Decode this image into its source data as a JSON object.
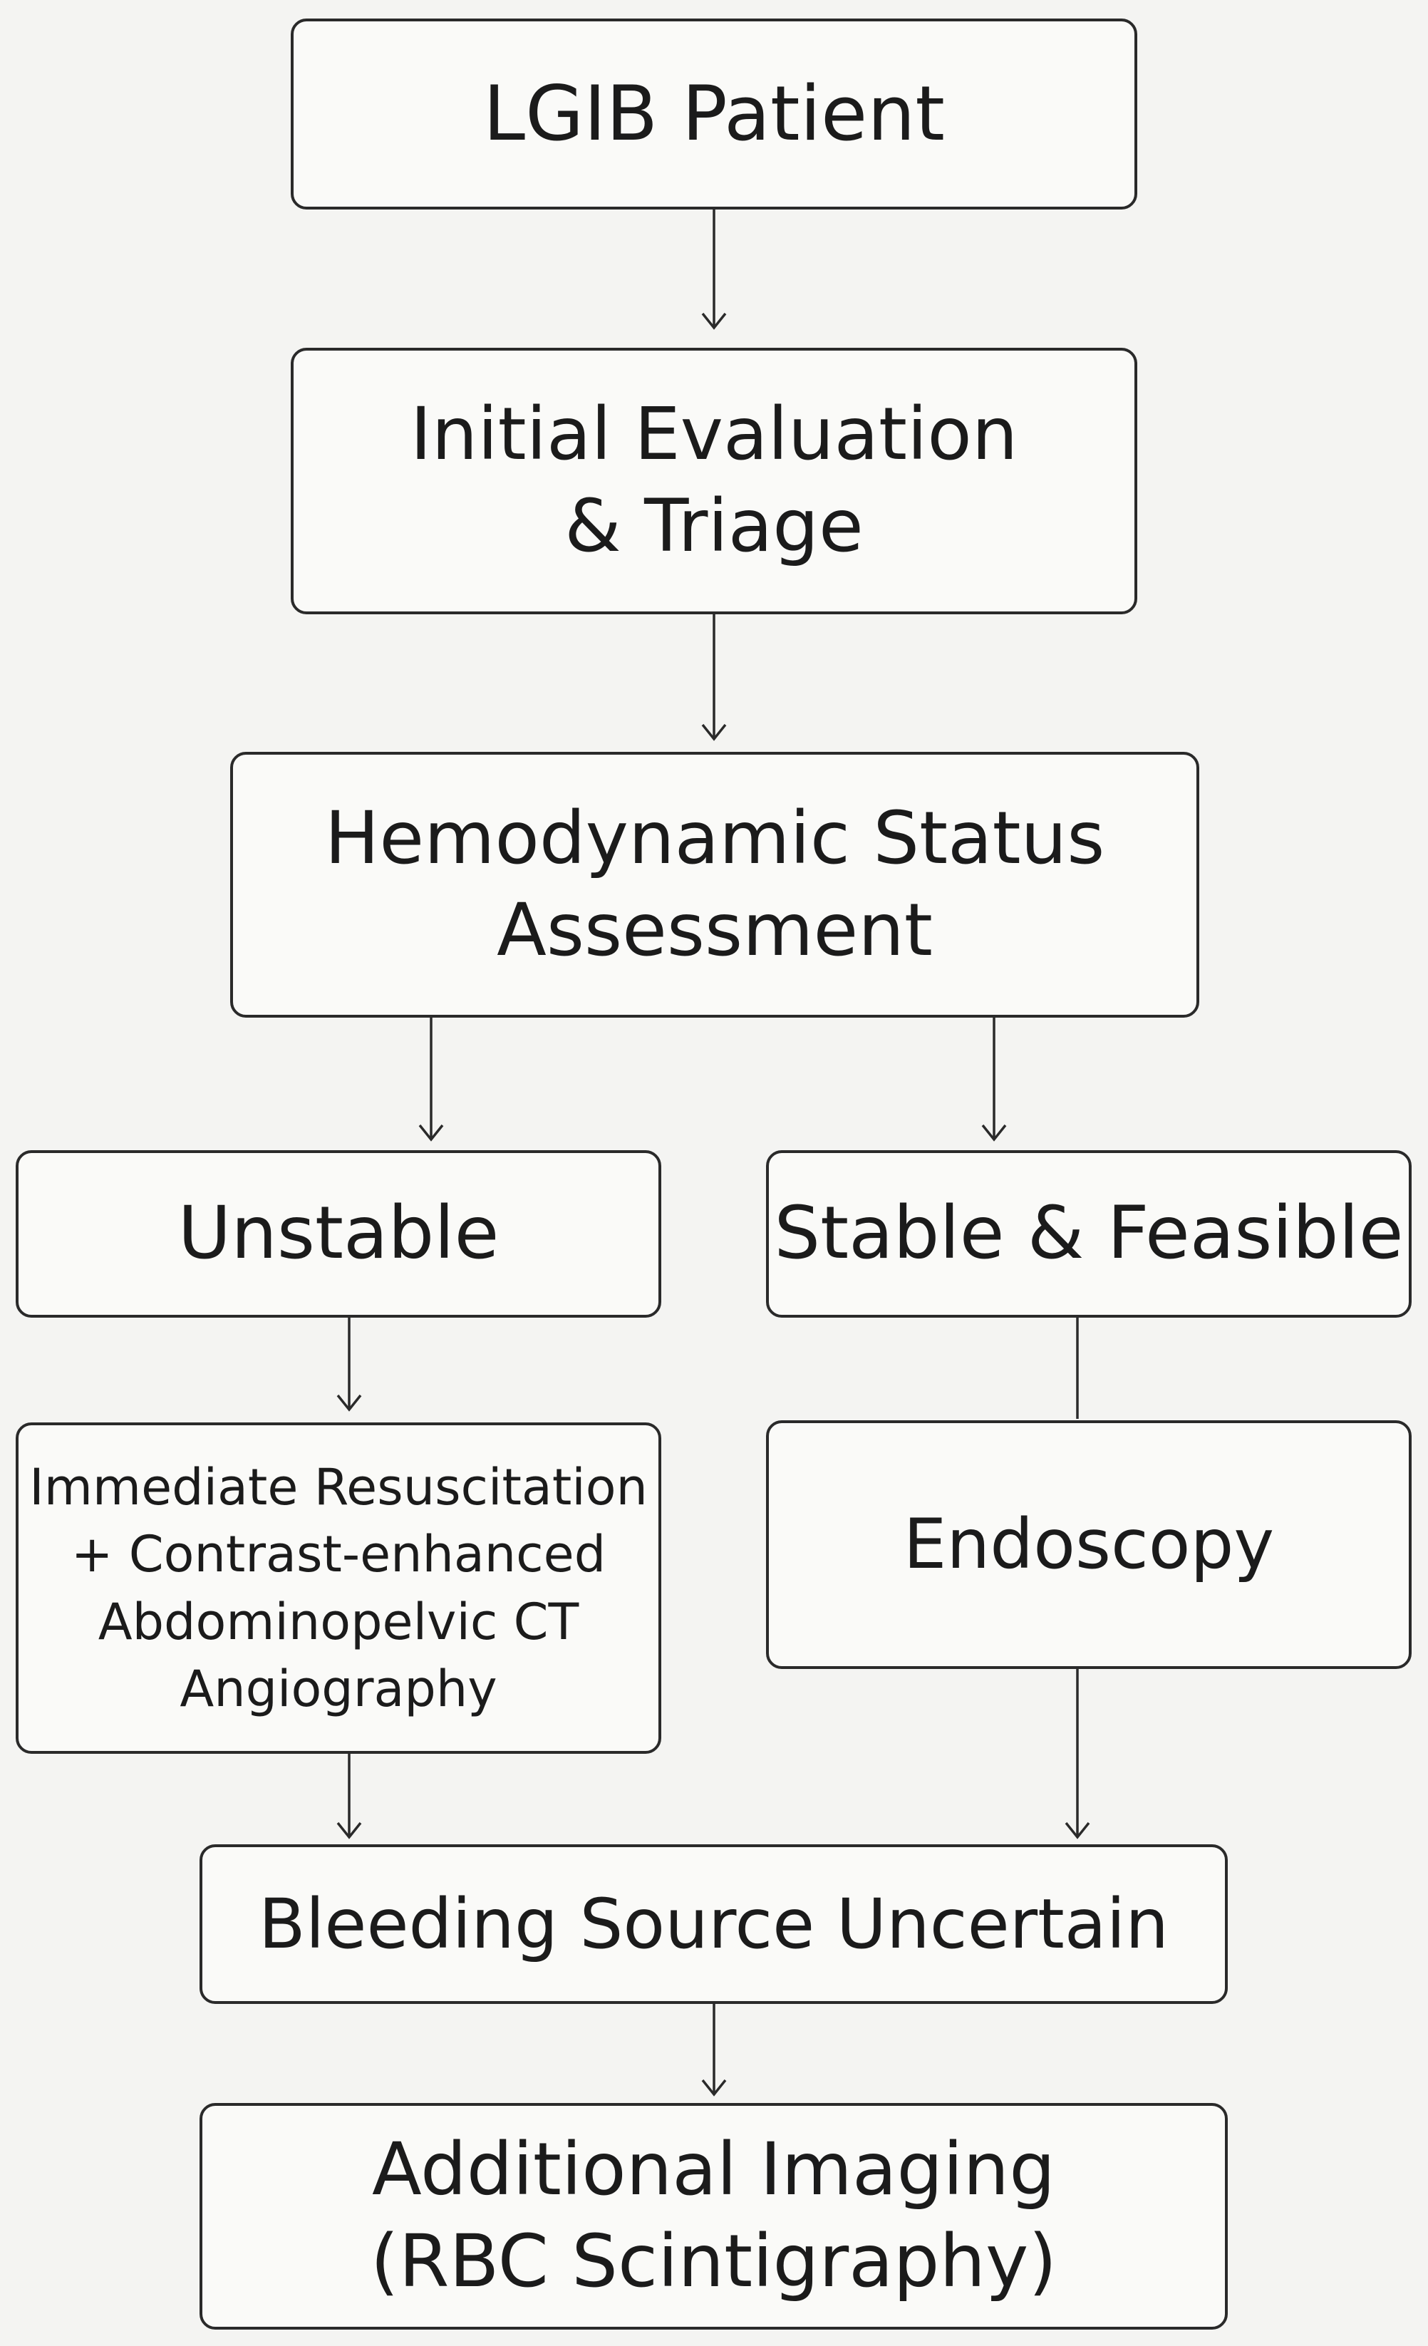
{
  "flowchart": {
    "nodes": {
      "lgib_patient": {
        "lines": [
          "LGIB Patient"
        ]
      },
      "initial_evaluation": {
        "lines": [
          "Initial Evaluation",
          "& Triage"
        ]
      },
      "hemodynamic_assessment": {
        "lines": [
          "Hemodynamic Status",
          "Assessment"
        ]
      },
      "unstable": {
        "lines": [
          "Unstable"
        ]
      },
      "stable_feasible": {
        "lines": [
          "Stable & Feasible"
        ]
      },
      "immediate_resuscitation": {
        "lines": [
          "Immediate Resuscitation",
          "+ Contrast-enhanced",
          "Abdominopelvic CT",
          "Angiography"
        ]
      },
      "endoscopy": {
        "lines": [
          "Endoscopy"
        ]
      },
      "bleeding_source": {
        "lines": [
          "Bleeding Source Uncertain"
        ]
      },
      "additional_imaging": {
        "lines": [
          "Additional Imaging",
          "(RBC Scintigraphy)"
        ]
      }
    },
    "edges": [
      {
        "from": "lgib_patient",
        "to": "initial_evaluation"
      },
      {
        "from": "initial_evaluation",
        "to": "hemodynamic_assessment"
      },
      {
        "from": "hemodynamic_assessment",
        "to": "unstable"
      },
      {
        "from": "hemodynamic_assessment",
        "to": "stable_feasible"
      },
      {
        "from": "unstable",
        "to": "immediate_resuscitation"
      },
      {
        "from": "stable_feasible",
        "to": "endoscopy"
      },
      {
        "from": "immediate_resuscitation",
        "to": "bleeding_source"
      },
      {
        "from": "endoscopy",
        "to": "bleeding_source"
      },
      {
        "from": "bleeding_source",
        "to": "additional_imaging"
      }
    ]
  }
}
